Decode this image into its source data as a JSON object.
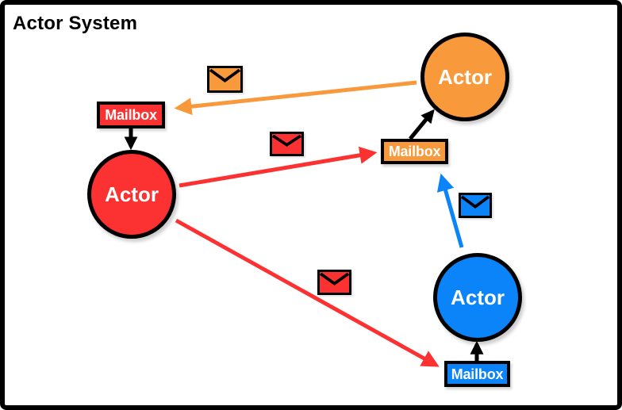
{
  "title": "Actor System",
  "colors": {
    "red": "#FC3232",
    "orange": "#F89A3C",
    "blue": "#0A84F8",
    "outline": "#000000"
  },
  "actors": [
    {
      "id": "orange",
      "label": "Actor"
    },
    {
      "id": "red",
      "label": "Actor"
    },
    {
      "id": "blue",
      "label": "Actor"
    }
  ],
  "mailboxes": [
    {
      "id": "red",
      "label": "Mailbox"
    },
    {
      "id": "orange",
      "label": "Mailbox"
    },
    {
      "id": "blue",
      "label": "Mailbox"
    }
  ],
  "icons": {
    "envelope": "✉"
  }
}
